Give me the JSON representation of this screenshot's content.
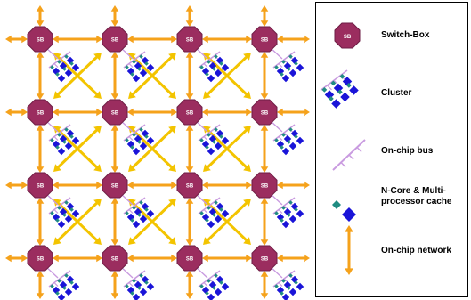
{
  "diagram": {
    "switch_box_label": "SB",
    "colors": {
      "switch_box": "#9b2d5f",
      "switch_box_border": "#6e1d44",
      "network_arrow": "#f5a21b",
      "diagonal_arrow": "#f3c400",
      "bus": "#c99be0",
      "core": "#1a14d8",
      "cache": "#1f8c82"
    },
    "grid": {
      "rows": 4,
      "cols": 4
    }
  },
  "legend": {
    "items": [
      {
        "icon": "switch-box-icon",
        "label": "Switch-Box"
      },
      {
        "icon": "cluster-icon",
        "label": "Cluster"
      },
      {
        "icon": "on-chip-bus-icon",
        "label": "On-chip bus"
      },
      {
        "icon": "core-cache-icon",
        "label_line1": "N-Core & Multi-",
        "label_line2": "processor cache"
      },
      {
        "icon": "network-arrow-icon",
        "label": "On-chip network"
      }
    ]
  }
}
